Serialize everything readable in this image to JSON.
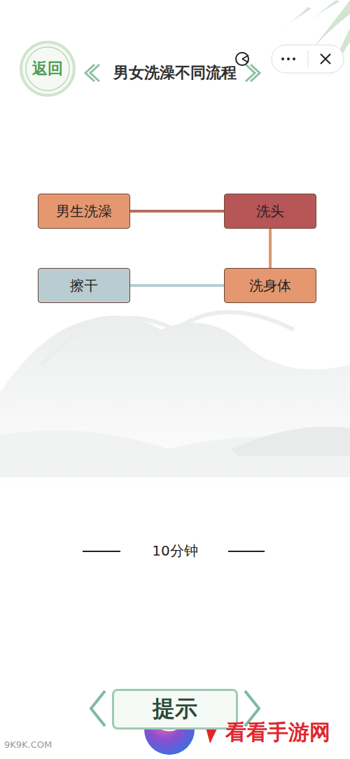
{
  "diagram": {
    "title": "男女洗澡不同流程",
    "nodes": [
      {
        "text": [
          "返回"
        ]
      },
      {
        "text": [
          "男生洗澡"
        ]
      },
      {
        "text": [
          "洗头"
        ]
      },
      {
        "text": [
          "擦干"
        ]
      },
      {
        "text": [
          "洗身体"
        ]
      },
      {
        "text": [
          "提示"
        ]
      }
    ],
    "edges": [
      {
        "from": 1,
        "to": 2,
        "arrow": "none"
      },
      {
        "from": 2,
        "to": 4,
        "arrow": "none"
      },
      {
        "from": 4,
        "to": 3,
        "arrow": "none"
      }
    ],
    "labels": [
      "10分钟",
      "9K9K.COM",
      "看看手游网"
    ]
  }
}
